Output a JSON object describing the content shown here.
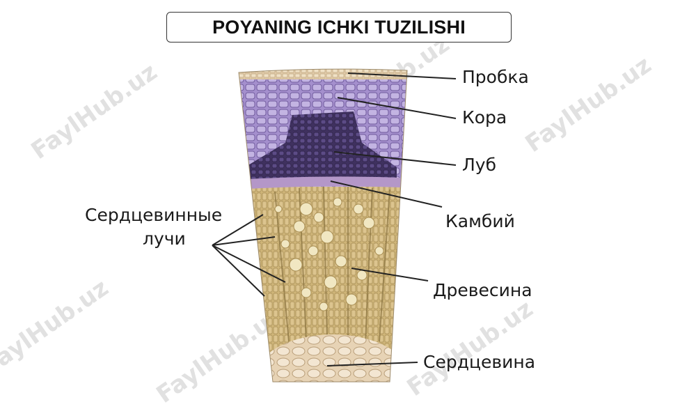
{
  "title": "POYANING ICHKI TUZILISHI",
  "watermark": "FaylHub.uz",
  "labels": {
    "probka": "Пробка",
    "kora": "Кора",
    "lub": "Луб",
    "kambiy": "Камбий",
    "luchi_line1": "Сердцевинные",
    "luchi_line2": "лучи",
    "drevesina": "Древесина",
    "serdtsevina": "Сердцевина"
  },
  "colors": {
    "cork": "#e6d2b3",
    "cortex": "#9f8cc7",
    "phloem": "#4a3a6e",
    "cambium": "#8a6fa8",
    "wood": "#cdb27a",
    "pith": "#ecdcc4",
    "line": "#222222"
  }
}
